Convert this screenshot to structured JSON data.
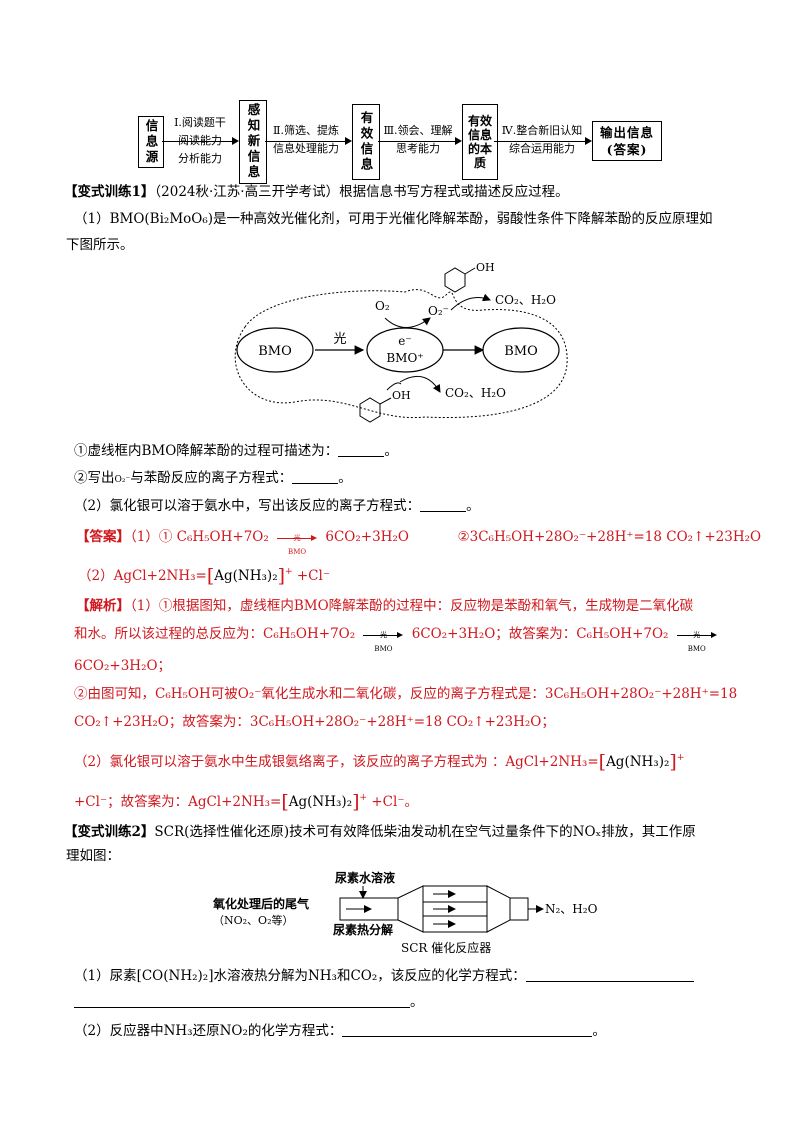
{
  "flow": {
    "box1": "信息源",
    "label1_top": "Ⅰ.阅读题干",
    "label1_bot1": "阅读能力",
    "label1_bot2": "分析能力",
    "box2": "感知新信息",
    "label2_top": "Ⅱ.筛选、提炼",
    "label2_bot": "信息处理能力",
    "box3": "有效信息",
    "label3_top": "Ⅲ.领会、理解",
    "label3_bot": "思考能力",
    "box4": "有效信息的本质",
    "label4_top": "Ⅳ.整合新旧认知",
    "label4_bot": "综合运用能力",
    "box5_line1": "输出信息",
    "box5_line2": "(答案)"
  },
  "ex1": {
    "title": "【变式训练1】",
    "source": "（2024秋·江苏·高三开学考试）根据信息书写方程式或描述反应过程。",
    "q1_line1": "（1）BMO(Bi₂MoO₆)是一种高效光催化剂，可用于光催化降解苯酚，弱酸性条件下降解苯酚的反应原理如",
    "q1_line2": "下图所示。",
    "diagram": {
      "bmo_left": "BMO",
      "light": "光",
      "center_top": "e⁻",
      "center_bot": "BMO⁺",
      "bmo_right": "BMO",
      "o2": "O₂",
      "o2_minus": "O₂⁻",
      "oh_top": "OH",
      "oh_bottom": "OH",
      "products_top": "CO₂、H₂O",
      "products_bottom": "CO₂、H₂O"
    },
    "sub1": "①虚线框内BMO降解苯酚的过程可描述为：",
    "sub2_a": "②写出",
    "sub2_ion": "O₂⁻",
    "sub2_b": "与苯酚反应的离子方程式：",
    "q2": "（2）氯化银可以溶于氨水中，写出该反应的离子方程式：",
    "period": "。",
    "answer_label": "【答案】",
    "answer_1": "（1）① C₆H₅OH+7O₂",
    "answer_1_cond_top": "光",
    "answer_1_cond_bot": "BMO",
    "answer_1_right": "6CO₂+3H₂O",
    "answer_2": "②3C₆H₅OH+28O₂⁻+28H⁺=18 CO₂↑+23H₂O",
    "answer_3_a": "（2）AgCl+2NH₃=",
    "answer_3_complex": "Ag(NH₃)₂",
    "answer_3_b": " +Cl⁻",
    "analysis_label": "【解析】",
    "analysis_1": "（1）①根据图知，虚线框内BMO降解苯酚的过程中：反应物是苯酚和氧气，生成物是二氧化碳",
    "analysis_2": "和水。所以该过程的总反应为：C₆H₅OH+7O₂",
    "analysis_2_mid": "6CO₂+3H₂O；故答案为：C₆H₅OH+7O₂",
    "analysis_3": "6CO₂+3H₂O；",
    "analysis_4": "②由图可知，C₆H₅OH可被O₂⁻氧化生成水和二氧化碳，反应的离子方程式是：3C₆H₅OH+28O₂⁻+28H⁺=18",
    "analysis_5": "CO₂↑+23H₂O；故答案为：3C₆H₅OH+28O₂⁻+28H⁺=18 CO₂↑+23H₂O；",
    "analysis_6": "（2）氯化银可以溶于氨水中生成银氨络离子，该反应的离子方程式为 ：AgCl+2NH₃=",
    "analysis_7_a": "+Cl⁻；故答案为：AgCl+2NH₃=",
    "analysis_7_b": " +Cl⁻。"
  },
  "ex2": {
    "title": "【变式训练2】",
    "line1": "SCR(选择性催化还原)技术可有效降低柴油发动机在空气过量条件下的NOₓ排放，其工作原",
    "line2": "理如图：",
    "diagram": {
      "urea_solution": "尿素水溶液",
      "tail_gas": "氧化处理后的尾气",
      "tail_gas_sub": "（NO₂、O₂等）",
      "urea_decomp": "尿素热分解",
      "products": "N₂、H₂O",
      "caption": "SCR 催化反应器"
    },
    "q1": "（1）尿素[CO(NH₂)₂]水溶液热分解为NH₃和CO₂，该反应的化学方程式：",
    "q2": "（2）反应器中NH₃还原NO₂的化学方程式："
  }
}
